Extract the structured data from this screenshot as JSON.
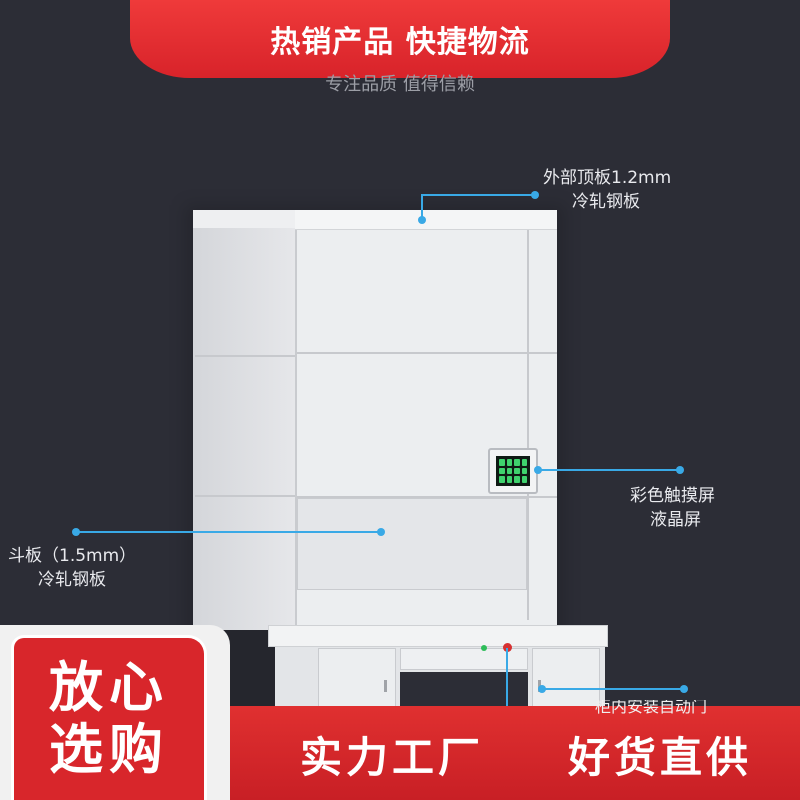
{
  "banner": {
    "title": "热销产品 快捷物流"
  },
  "subtitle": "专注品质 值得信赖",
  "callouts": {
    "top_panel": {
      "line1": "外部顶板1.2mm",
      "line2": "冷轧钢板"
    },
    "screen": {
      "line1": "彩色触摸屏",
      "line2": "液晶屏"
    },
    "drawer": {
      "line1": "斗板（1.5mm）",
      "line2": "冷轧钢板"
    },
    "desk": {
      "line1": "柜内安装自动门"
    }
  },
  "badge": {
    "line1": "放心",
    "line2": "选购"
  },
  "bottom": {
    "slogan1": "实力工厂",
    "slogan2": "好货直供"
  },
  "colors": {
    "accent_red": "#d8262b",
    "callout_blue": "#39a9e6",
    "background": "#2c2d36"
  }
}
